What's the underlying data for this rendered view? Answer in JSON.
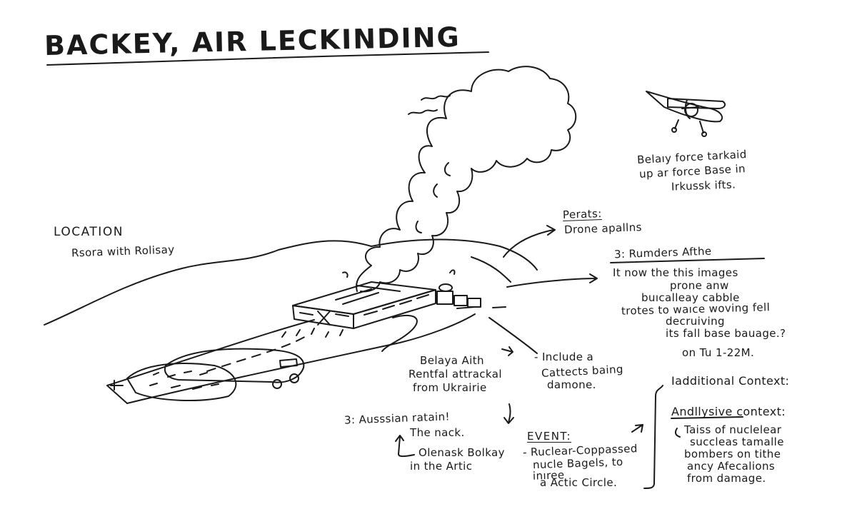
{
  "title": "BACKEY, AIR LECKINDING",
  "location": {
    "heading": "LOCATION",
    "value": "Rsora with Rolisay"
  },
  "plane_caption": [
    "Belaıy force tarkaid",
    "up ar force Base in",
    "Irkussk ifts."
  ],
  "parts": {
    "heading": "Perats:",
    "item": "Drone apallns"
  },
  "rumders": {
    "heading": "3: Rumders Afthe",
    "lines": [
      "It now the this images",
      "prone anw",
      "buıcalleay cabble",
      "trotes to waıce woving fell",
      "decruiving",
      "its fall base bauage.?"
    ],
    "date": "on Tu 1-22M."
  },
  "belaya_note": [
    "Belaya Aith",
    "Rentfal attrackal",
    "from Ukrairie"
  ],
  "include_note": [
    "- Include a",
    "Cattects baing",
    "damone."
  ],
  "additional": {
    "heading": "Iadditional Context:",
    "sub_heading": "Andllysive",
    "sub_heading_rest": " context:",
    "lines": [
      "Taiss of nuclelear",
      "succleas tamalle",
      "bombers on tithe",
      "ancy Afecalions",
      "from damage."
    ]
  },
  "russian": {
    "heading": "3: Ausssian ratain!",
    "line1": "The nack.",
    "line2": [
      "Olenask Bolkay",
      "in the Artic"
    ]
  },
  "event": {
    "heading": "EVENT:",
    "lines": [
      "- Ruclear-Coppassed",
      "nucle Bagels, to",
      "inıree",
      "a Actic Circle."
    ]
  }
}
